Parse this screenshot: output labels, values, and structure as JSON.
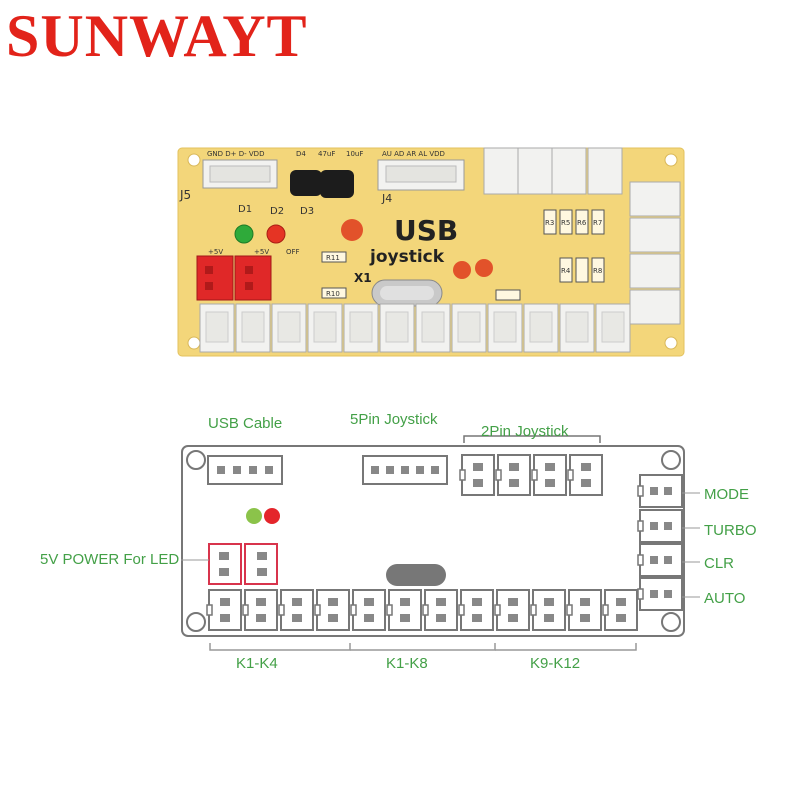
{
  "brand": {
    "name": "SUNWAYT",
    "color": "#e2231a"
  },
  "board_photo": {
    "title_main": "USB",
    "title_sub": "joystick",
    "silkscreen": {
      "j5": "J5",
      "j4": "J4",
      "x1": "X1",
      "d1": "D1",
      "d2": "D2",
      "d3": "D3",
      "d4": "D4",
      "r11": "R11",
      "r10": "R10",
      "cap1": "47uF",
      "cap2": "10uF",
      "pwr_plus": "+5V",
      "pwr_plus2": "+5V",
      "off": "OFF",
      "usb_header": "GND D+ D- VDD",
      "joy_header": "AU AD AR AL VDD",
      "resistors": [
        "R5",
        "R6",
        "R7",
        "R4",
        "R8"
      ],
      "r_left": "R3"
    },
    "colors": {
      "board": "#f3d67a",
      "connector": "#f2f2f0",
      "led_green": "#2faa3a",
      "led_red": "#e53424",
      "jumper": "#e02828"
    }
  },
  "diagram": {
    "labels": {
      "usb_cable": "USB Cable",
      "joystick_5pin": "5Pin Joystick",
      "joystick_2pin": "2Pin Joystick",
      "power_led": "5V POWER For LED",
      "mode": "MODE",
      "turbo": "TURBO",
      "clr": "CLR",
      "auto": "AUTO",
      "group1": "K1-K4",
      "group2": "K1-K8",
      "group3": "K9-K12"
    },
    "colors": {
      "label": "#43a047",
      "outline": "#777777",
      "highlight": "#d8344c",
      "led_green": "#8bc34a",
      "led_red": "#e4252b"
    }
  }
}
